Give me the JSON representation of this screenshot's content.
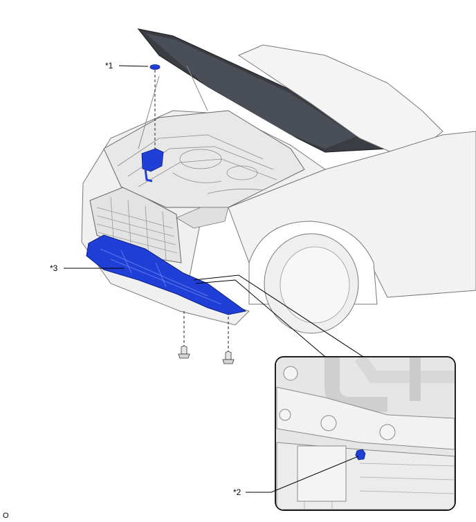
{
  "callouts": {
    "one": "*1",
    "two": "*2",
    "three": "*3"
  },
  "figure_id": "O",
  "colors": {
    "highlight": "#1f3fd6",
    "body_line": "#555555",
    "body_fill": "#f2f2f2",
    "shade": "#d9d9d9"
  }
}
